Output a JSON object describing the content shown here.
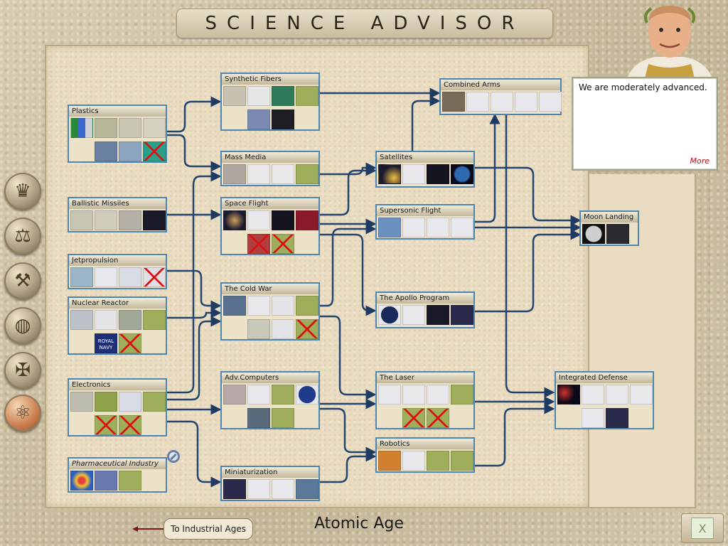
{
  "header": {
    "title": "SCIENCE ADVISOR"
  },
  "advisor": {
    "message": "We are moderately advanced.",
    "more_label": "More"
  },
  "footer": {
    "prev_label": "To Industrial Ages",
    "age_label": "Atomic Age",
    "close_label": "X"
  },
  "sidebar": {
    "items": [
      {
        "name": "crown-icon"
      },
      {
        "name": "scales-icon"
      },
      {
        "name": "crossed-tools-icon"
      },
      {
        "name": "globe-icon"
      },
      {
        "name": "cross-icon"
      },
      {
        "name": "atom-icon"
      }
    ]
  },
  "techs": [
    {
      "id": "plastics",
      "name": "Plastics"
    },
    {
      "id": "ballistic",
      "name": "Ballistic Missiles"
    },
    {
      "id": "jet",
      "name": "Jetpropulsion"
    },
    {
      "id": "nuclear",
      "name": "Nuclear Reactor"
    },
    {
      "id": "electronics",
      "name": "Electronics"
    },
    {
      "id": "pharma",
      "name": "Pharmaceutical Industry"
    },
    {
      "id": "fibers",
      "name": "Synthetic Fibers"
    },
    {
      "id": "media",
      "name": "Mass Media"
    },
    {
      "id": "space",
      "name": "Space Flight"
    },
    {
      "id": "coldwar",
      "name": "The Cold War"
    },
    {
      "id": "advcomp",
      "name": "Adv.Computers"
    },
    {
      "id": "mini",
      "name": "Miniaturization"
    },
    {
      "id": "combined",
      "name": "Combined Arms"
    },
    {
      "id": "satellites",
      "name": "Satellites"
    },
    {
      "id": "supersonic",
      "name": "Supersonic Flight"
    },
    {
      "id": "apollo",
      "name": "The Apollo Program"
    },
    {
      "id": "laser",
      "name": "The Laser"
    },
    {
      "id": "robotics",
      "name": "Robotics"
    },
    {
      "id": "moon",
      "name": "Moon Landing"
    },
    {
      "id": "integrated",
      "name": "Integrated Defense"
    }
  ]
}
